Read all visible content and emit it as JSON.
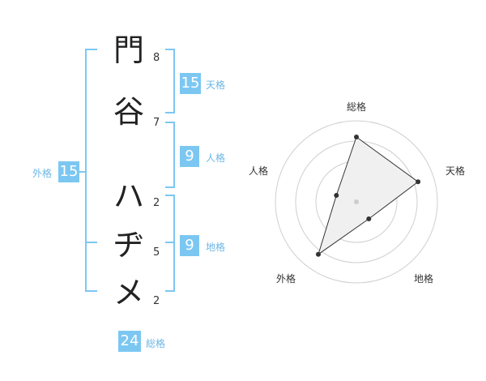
{
  "name": {
    "chars": [
      {
        "char": "門",
        "strokes": "8"
      },
      {
        "char": "谷",
        "strokes": "7"
      },
      {
        "char": "ハ",
        "strokes": "2"
      },
      {
        "char": "ヂ",
        "strokes": "5"
      },
      {
        "char": "メ",
        "strokes": "2"
      }
    ]
  },
  "kaku": {
    "tenkaku": {
      "value": "15",
      "label": "天格"
    },
    "jinkaku": {
      "value": "9",
      "label": "人格"
    },
    "chikaku": {
      "value": "9",
      "label": "地格"
    },
    "gaikaku": {
      "value": "15",
      "label": "外格"
    },
    "soukaku": {
      "value": "24",
      "label": "総格"
    }
  },
  "colors": {
    "accent": "#7cc7f2",
    "label": "#6cb6e6"
  },
  "chart_data": {
    "type": "radar",
    "axes": [
      "総格",
      "天格",
      "地格",
      "外格",
      "人格"
    ],
    "values": [
      4,
      4,
      1.3,
      4,
      1.3
    ],
    "max": 5,
    "rings": 4
  }
}
